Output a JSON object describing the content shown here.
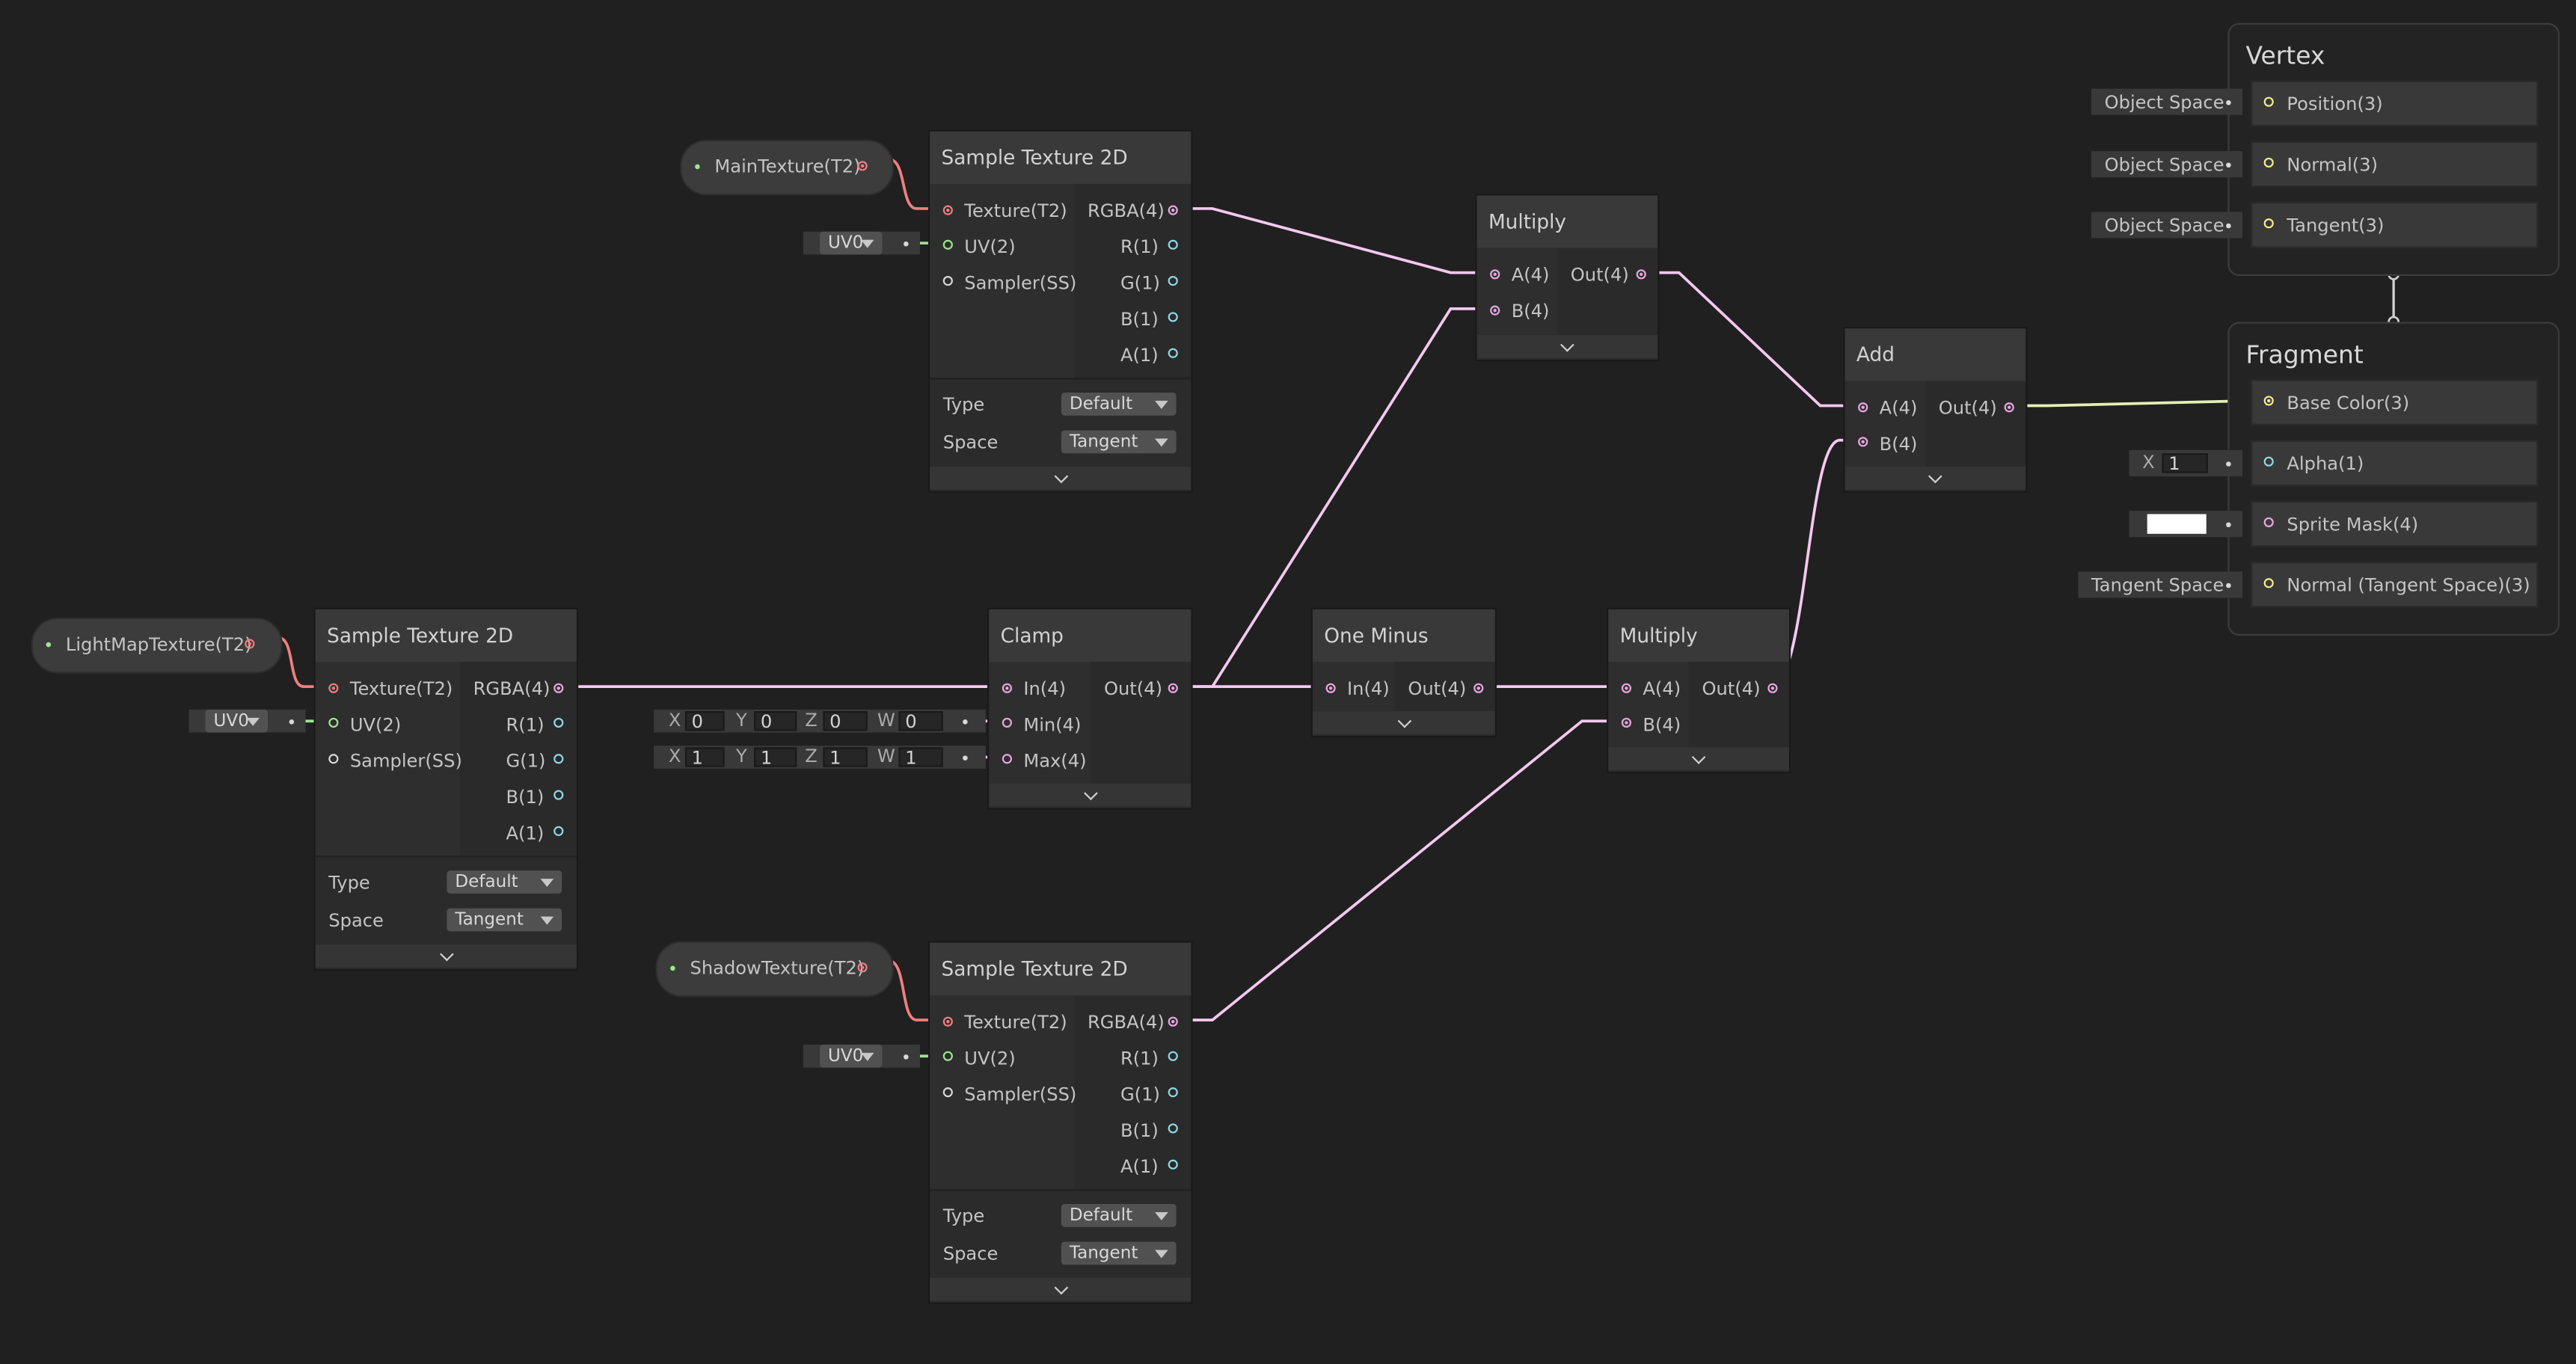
{
  "colors": {
    "background": "#202020",
    "vector4": "#e9a6e0",
    "texture": "#f07f7f",
    "uv": "#9ee68f",
    "vector3": "#f0ee8a",
    "vector1": "#8fd8e8"
  },
  "properties": {
    "main": "MainTexture(T2)",
    "lightmap": "LightMapTexture(T2)",
    "shadow": "ShadowTexture(T2)"
  },
  "sample_texture": {
    "title": "Sample Texture 2D",
    "inputs": [
      "Texture(T2)",
      "UV(2)",
      "Sampler(SS)"
    ],
    "outputs": [
      "RGBA(4)",
      "R(1)",
      "G(1)",
      "B(1)",
      "A(1)"
    ],
    "type_label": "Type",
    "type_value": "Default",
    "space_label": "Space",
    "space_value": "Tangent",
    "uv_channel": "UV0"
  },
  "clamp": {
    "title": "Clamp",
    "inputs": [
      "In(4)",
      "Min(4)",
      "Max(4)"
    ],
    "output": "Out(4)",
    "min": {
      "x": "0",
      "y": "0",
      "z": "0",
      "w": "0"
    },
    "max": {
      "x": "1",
      "y": "1",
      "z": "1",
      "w": "1"
    }
  },
  "axes": {
    "x": "X",
    "y": "Y",
    "z": "Z",
    "w": "W"
  },
  "one_minus": {
    "title": "One Minus",
    "input": "In(4)",
    "output": "Out(4)"
  },
  "multiply": {
    "title": "Multiply",
    "inputs": [
      "A(4)",
      "B(4)"
    ],
    "output": "Out(4)"
  },
  "add": {
    "title": "Add",
    "inputs": [
      "A(4)",
      "B(4)"
    ],
    "output": "Out(4)"
  },
  "vertex": {
    "title": "Vertex",
    "slots": [
      "Position(3)",
      "Normal(3)",
      "Tangent(3)"
    ],
    "space": "Object Space"
  },
  "fragment": {
    "title": "Fragment",
    "slots": [
      "Base Color(3)",
      "Alpha(1)",
      "Sprite Mask(4)",
      "Normal (Tangent Space)(3)"
    ],
    "alpha_axis": "X",
    "alpha_value": "1",
    "normal_space": "Tangent Space"
  }
}
